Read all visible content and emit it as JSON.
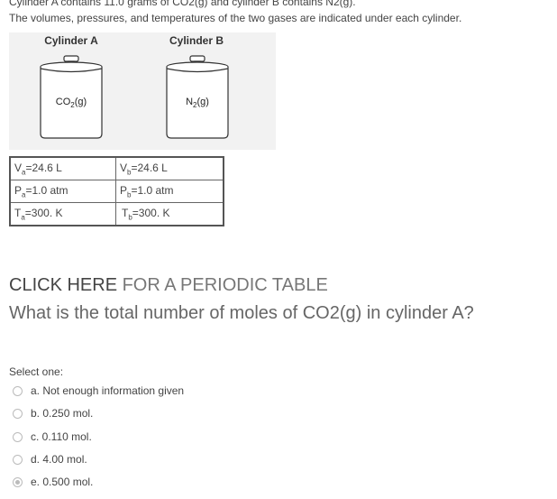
{
  "intro": {
    "line1": "Cylinder A contains 11.0 grams of CO2(g) and cylinder B contains N2(g).",
    "line2": "The volumes, pressures, and temperatures of the two gases are indicated under each cylinder."
  },
  "figure": {
    "cylinder_a": {
      "label": "Cylinder A",
      "gas": "CO",
      "gas_sub": "2",
      "gas_tail": "(g)"
    },
    "cylinder_b": {
      "label": "Cylinder B",
      "gas": "N",
      "gas_sub": "2",
      "gas_tail": "(g)"
    }
  },
  "table": {
    "rows": [
      {
        "a_sym": "V",
        "a_sub": "a",
        "a_val": "=24.6 L",
        "b_sym": "V",
        "b_sub": "b",
        "b_val": "=24.6 L"
      },
      {
        "a_sym": "P",
        "a_sub": "a",
        "a_val": "=1.0 atm",
        "b_sym": "P",
        "b_sub": "b",
        "b_val": "=1.0 atm"
      },
      {
        "a_sym": "T",
        "a_sub": "a",
        "a_val": "=300. K",
        "b_sym": "T",
        "b_sub": "b",
        "b_val": "=300. K"
      }
    ]
  },
  "periodic_table": {
    "link_text": "CLICK HERE",
    "rest_text": " FOR A PERIODIC TABLE"
  },
  "question": "What is the total number of moles of CO2(g) in cylinder A?",
  "select_one": "Select one:",
  "options": [
    {
      "label": "a. Not enough information given",
      "checked": false
    },
    {
      "label": "b. 0.250 mol.",
      "checked": false
    },
    {
      "label": "c. 0.110 mol.",
      "checked": false
    },
    {
      "label": "d. 4.00 mol.",
      "checked": false
    },
    {
      "label": "e. 0.500 mol.",
      "checked": true
    }
  ]
}
